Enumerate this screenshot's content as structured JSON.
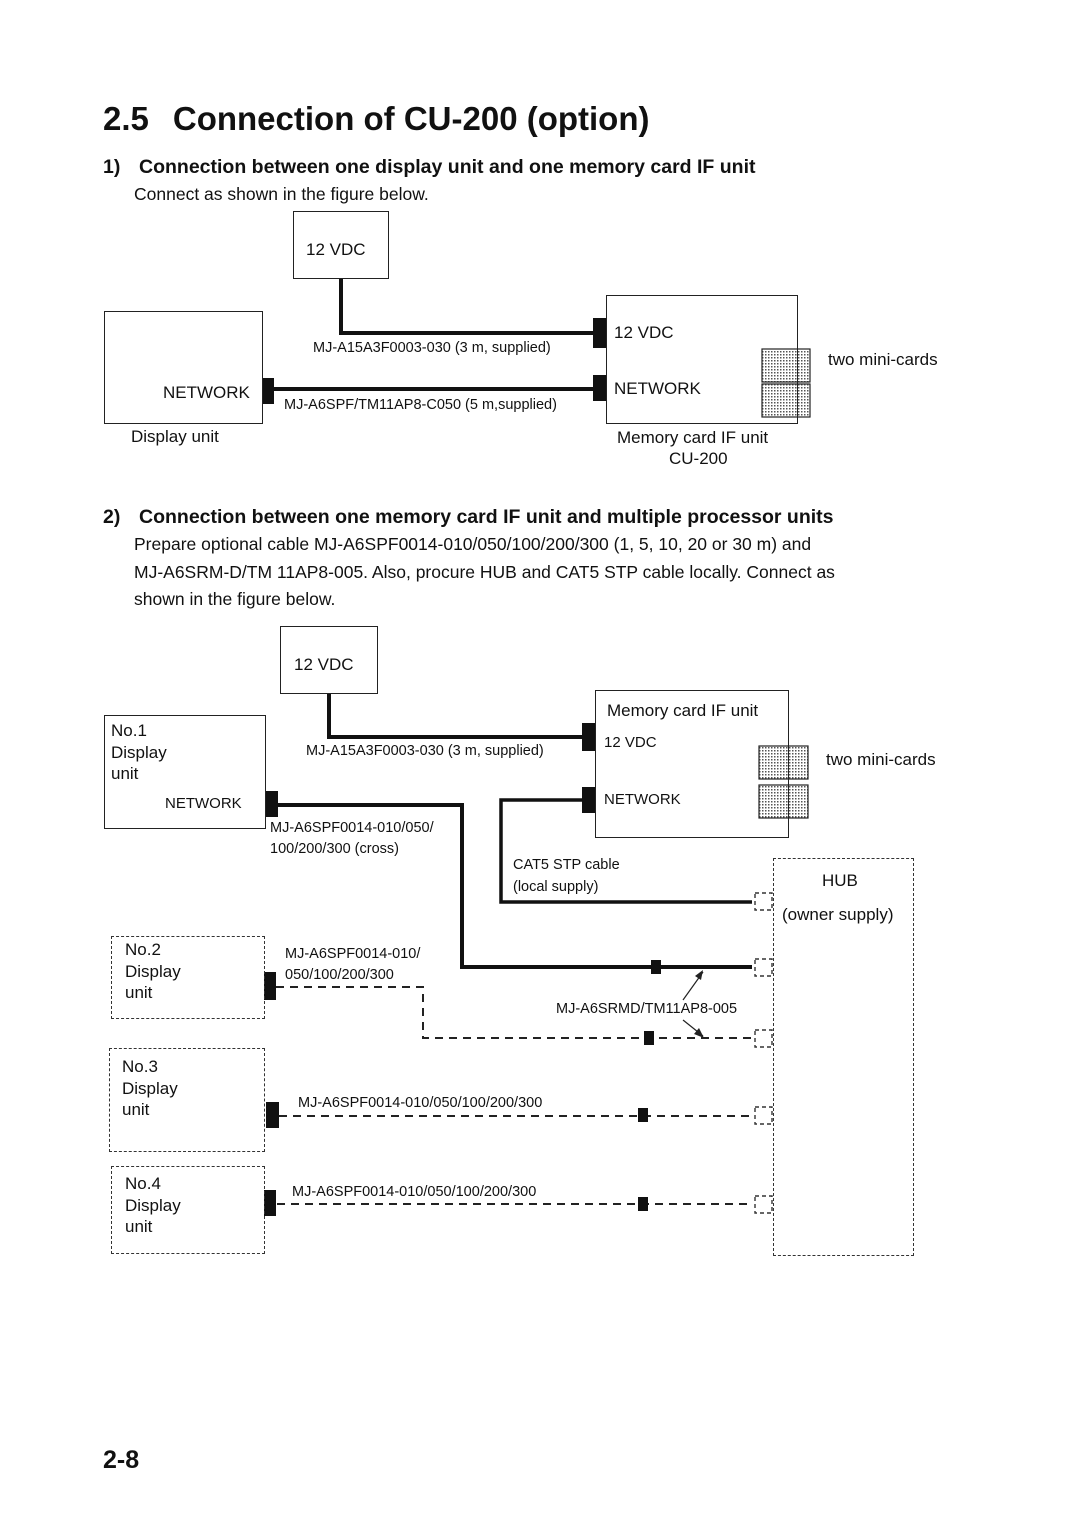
{
  "heading": {
    "number": "2.5",
    "title": "Connection of CU-200 (option)"
  },
  "section1": {
    "number": "1)",
    "title": "Connection between one display unit and one memory card IF unit",
    "intro": "Connect as shown in the figure below.",
    "diagram": {
      "power_box": "12 VDC",
      "display_network": "NETWORK",
      "display_caption": "Display unit",
      "mcu_12vdc": "12 VDC",
      "mcu_network": "NETWORK",
      "mcu_caption_1": "Memory card IF unit",
      "mcu_caption_2": "CU-200",
      "power_cable": "MJ-A15A3F0003-030 (3 m, supplied)",
      "network_cable": "MJ-A6SPF/TM11AP8-C050 (5 m,supplied)",
      "cards_label": "two mini-cards"
    }
  },
  "section2": {
    "number": "2)",
    "title": "Connection between one memory card IF unit and multiple processor units",
    "intro_lines": [
      "Prepare optional cable MJ-A6SPF0014-010/050/100/200/300 (1, 5, 10, 20 or 30 m) and",
      "MJ-A6SRM-D/TM 11AP8-005. Also, procure HUB and CAT5 STP cable locally. Connect as",
      "shown in the figure below."
    ],
    "diagram": {
      "power_box": "12 VDC",
      "mcu_title": "Memory card IF unit",
      "mcu_12vdc": "12 VDC",
      "mcu_network": "NETWORK",
      "cards_label": "two mini-cards",
      "power_cable": "MJ-A15A3F0003-030 (3 m, supplied)",
      "cross_cable_1": "MJ-A6SPF0014-010/050/",
      "cross_cable_2": "100/200/300 (cross)",
      "cat5_1": "CAT5 STP cable",
      "cat5_2": "(local supply)",
      "hub_1": "HUB",
      "hub_2": "(owner supply)",
      "srmd_cable": "MJ-A6SRMD/TM11AP8-005",
      "disp1": {
        "line1": "No.1",
        "line2": "Display",
        "line3": "unit",
        "network": "NETWORK"
      },
      "disp2": {
        "line1": "No.2",
        "line2": "Display",
        "line3": "unit"
      },
      "disp3": {
        "line1": "No.3",
        "line2": "Display",
        "line3": "unit"
      },
      "disp4": {
        "line1": "No.4",
        "line2": "Display",
        "line3": "unit"
      },
      "cable2_1": "MJ-A6SPF0014-010/",
      "cable2_2": "050/100/200/300",
      "cable3": "MJ-A6SPF0014-010/050/100/200/300",
      "cable4": "MJ-A6SPF0014-010/050/100/200/300"
    }
  },
  "page_number": "2-8"
}
